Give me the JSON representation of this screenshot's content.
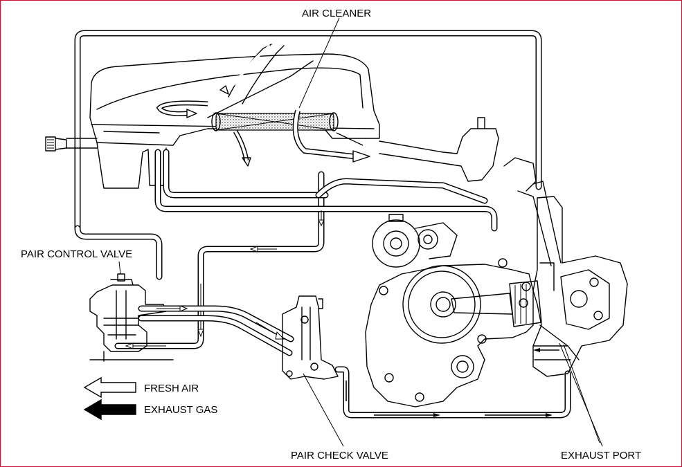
{
  "labels": {
    "air_cleaner": "AIR CLEANER",
    "pair_control_valve": "PAIR CONTROL VALVE",
    "pair_check_valve": "PAIR CHECK VALVE",
    "exhaust_port": "EXHAUST PORT"
  },
  "legend": {
    "fresh_air": "FRESH AIR",
    "exhaust_gas": "EXHAUST GAS"
  },
  "colors": {
    "frame_border": "#c8102e",
    "line": "#000000",
    "background": "#ffffff"
  }
}
